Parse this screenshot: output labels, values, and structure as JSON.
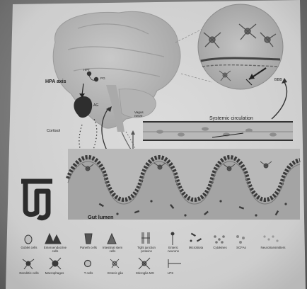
{
  "labels": {
    "hpa_axis": "HPA axis",
    "hpt": "HPT",
    "pg": "PG",
    "ag": "AG",
    "cortisol": "Cortisol",
    "vagus_nerve": "Vagus nerve",
    "systemic_circulation": "Systemic circulation",
    "bbb": "BBB",
    "gut_lumen": "Gut lumen"
  },
  "legend": {
    "row1": [
      {
        "icon": "goblet-cell-icon",
        "label": "Goblet cells"
      },
      {
        "icon": "enteroendocrine-cell-icon",
        "label": "Enteroendocrine cells"
      },
      {
        "icon": "paneth-cell-icon",
        "label": "Paneth cells"
      },
      {
        "icon": "intestinal-stem-cell-icon",
        "label": "Intestinal stem cells"
      },
      {
        "icon": "tight-junction-icon",
        "label": "Tight junction proteins"
      },
      {
        "icon": "enteric-neuron-icon",
        "label": "Enteric neurons"
      },
      {
        "icon": "microbiota-icon",
        "label": "Microbiota"
      },
      {
        "icon": "cytokine-icon",
        "label": "Cytokines"
      },
      {
        "icon": "scfa-icon",
        "label": "SCFAs"
      },
      {
        "icon": "neurotransmitter-icon",
        "label": "Neurotransmitters"
      }
    ],
    "row2": [
      {
        "icon": "dendritic-cell-icon",
        "label": "Dendritic cells"
      },
      {
        "icon": "macrophage-icon",
        "label": "Macrophages"
      },
      {
        "icon": "t-cell-icon",
        "label": "T cells"
      },
      {
        "icon": "enteric-glia-icon",
        "label": "Enteric glia"
      },
      {
        "icon": "microglia-icon",
        "label": "Microglia MG"
      },
      {
        "icon": "lps-icon",
        "label": "LPS"
      }
    ]
  },
  "colors": {
    "paper": "#d9d9d9",
    "ink": "#1d1d1d",
    "brain": "#bdbdbd",
    "tissue": "#a8a8a8"
  }
}
